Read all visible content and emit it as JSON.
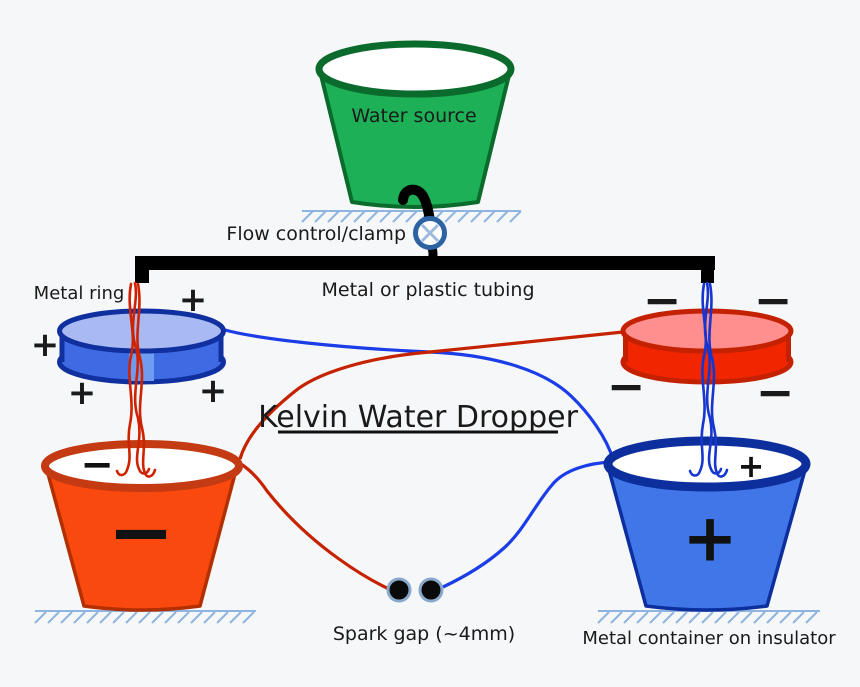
{
  "title": "Kelvin Water Dropper",
  "labels": {
    "water_source": "Water source",
    "flow_control": "Flow control/clamp",
    "tubing": "Metal or plastic tubing",
    "metal_ring": "Metal ring",
    "spark_gap": "Spark gap (~4mm)",
    "metal_container": "Metal container on insulator"
  },
  "charges": {
    "left_ring": [
      "+",
      "+",
      "+",
      "+"
    ],
    "right_ring": [
      "−",
      "−",
      "−",
      "−"
    ],
    "left_bucket_rim": "−",
    "left_bucket_body": "−",
    "right_bucket_rim": "+",
    "right_bucket_body": "+"
  },
  "colors": {
    "background": "#f6f7f8",
    "water_source_green": "#1db056",
    "water_source_outline": "#0a6b2c",
    "left_ring_top": "#a9baf2",
    "left_ring_side": "#3e6be4",
    "left_ring_outline": "#10309f",
    "right_ring_top": "#ff8e8e",
    "right_ring_side": "#f12500",
    "right_ring_outline": "#c42100",
    "left_bucket_body": "#fa490f",
    "left_bucket_rim": "#c43a12",
    "right_bucket_body": "#4176e8",
    "right_bucket_rim": "#0d2f9e",
    "wire_red": "#c52200",
    "wire_blue": "#1b3de8",
    "ground_hatch": "#8fb4e0",
    "tubing_black": "#000000",
    "text": "#1a1a1a"
  }
}
